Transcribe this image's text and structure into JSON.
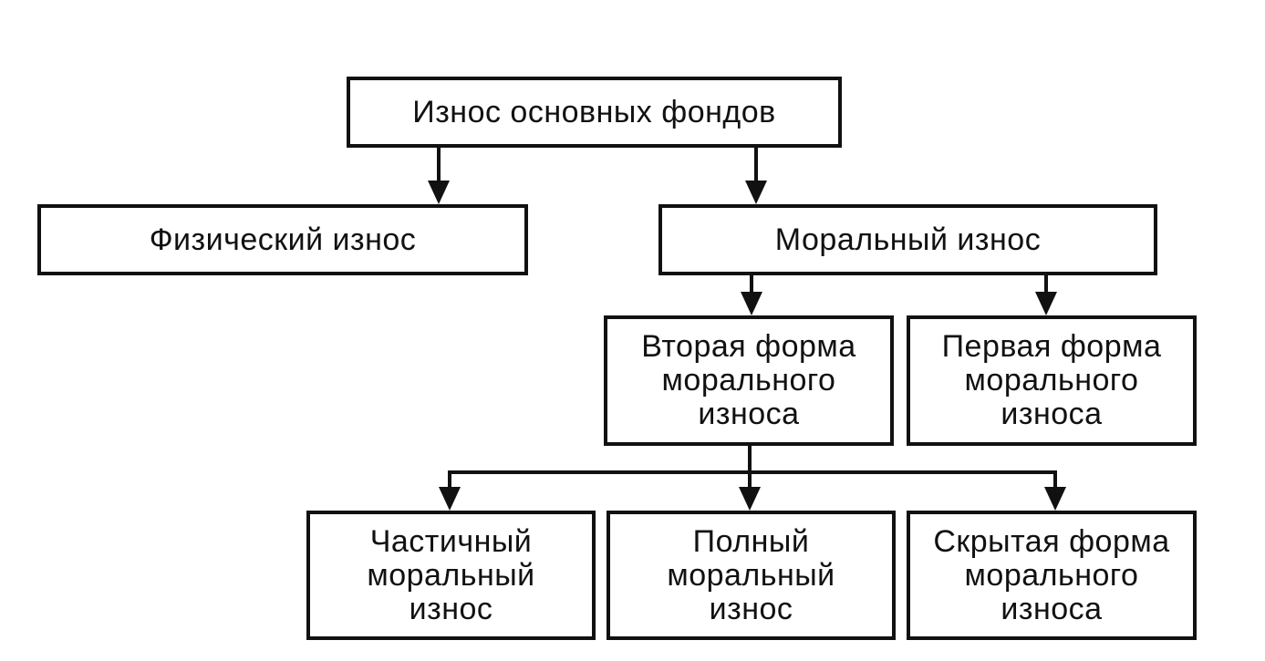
{
  "diagram": {
    "nodes": {
      "root": "Износ основных фондов",
      "physical": "Физический износ",
      "moral": "Моральный износ",
      "second_form": "Вторая форма\nморального\nизноса",
      "first_form": "Первая форма\nморального\nизноса",
      "partial": "Частичный\nморальный\nизнос",
      "full": "Полный\nморальный\nизнос",
      "hidden": "Скрытая форма\nморального\nизноса"
    },
    "edges": [
      [
        "root",
        "physical"
      ],
      [
        "root",
        "moral"
      ],
      [
        "moral",
        "second_form"
      ],
      [
        "moral",
        "first_form"
      ],
      [
        "second_form",
        "partial"
      ],
      [
        "second_form",
        "full"
      ],
      [
        "second_form",
        "hidden"
      ]
    ],
    "colors": {
      "line": "#111111",
      "background": "#ffffff"
    }
  }
}
